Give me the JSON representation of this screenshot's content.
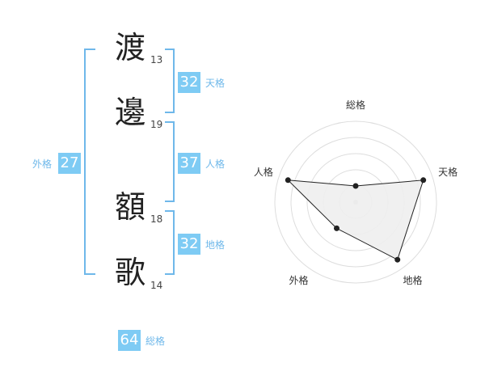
{
  "name_chars": [
    {
      "char": "渡",
      "strokes": "13"
    },
    {
      "char": "邊",
      "strokes": "19"
    },
    {
      "char": "額",
      "strokes": "18"
    },
    {
      "char": "歌",
      "strokes": "14"
    }
  ],
  "kaku": {
    "tenkaku": {
      "value": "32",
      "label": "天格"
    },
    "jinkaku": {
      "value": "37",
      "label": "人格"
    },
    "chikaku": {
      "value": "32",
      "label": "地格"
    },
    "gaikaku": {
      "value": "27",
      "label": "外格"
    },
    "soukaku": {
      "value": "64",
      "label": "総格"
    }
  },
  "colors": {
    "accent": "#7ecbf4",
    "bracket": "#6fb8ea",
    "label_text": "#6fb8ea"
  },
  "radar": {
    "axes": [
      "総格",
      "天格",
      "地格",
      "外格",
      "人格"
    ],
    "levels": 5,
    "values": [
      0.2,
      0.88,
      0.88,
      0.4,
      0.88
    ]
  }
}
